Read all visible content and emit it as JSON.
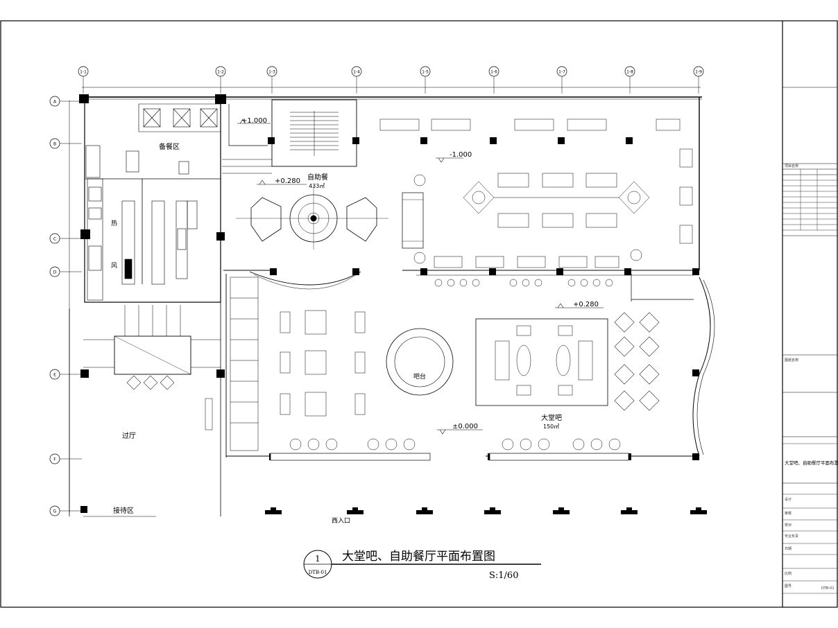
{
  "sheet": {
    "drawing_title": "大堂吧、自助餐厅平面布置图",
    "scale_label": "S:1/60",
    "callout_number": "1",
    "callout_sheet": "DTB-01"
  },
  "rooms": {
    "prep": "备餐区",
    "buffet": "自助餐",
    "buffet_area": "433㎡",
    "lobby_bar": "大堂吧",
    "lobby_bar_area": "150㎡",
    "bar_counter": "吧台",
    "corridor": "过厅",
    "waiting": "接待区",
    "kitchen_a": "热",
    "kitchen_b": "风",
    "south": "西入口"
  },
  "levels": {
    "upper": "+1.000",
    "buffet": "+0.280",
    "sunken": "-1.000",
    "bar_edge": "+0.280",
    "lower": "±0.000"
  },
  "grid_labels_top": [
    "1-1",
    "1-2",
    "1-3",
    "1-4",
    "1-5",
    "1-6",
    "1-7",
    "1-8",
    "1-9"
  ],
  "grid_labels_left": [
    "A",
    "B",
    "C",
    "D",
    "E",
    "F",
    "G"
  ],
  "title_block": {
    "rows": [
      "项目名称",
      "图纸名称",
      "大堂吧、自助餐厅平面布置图",
      "设计",
      "审核",
      "校对",
      "专业负责",
      "日期",
      "比例",
      "图号"
    ],
    "sheet_no": "DTB-01"
  }
}
